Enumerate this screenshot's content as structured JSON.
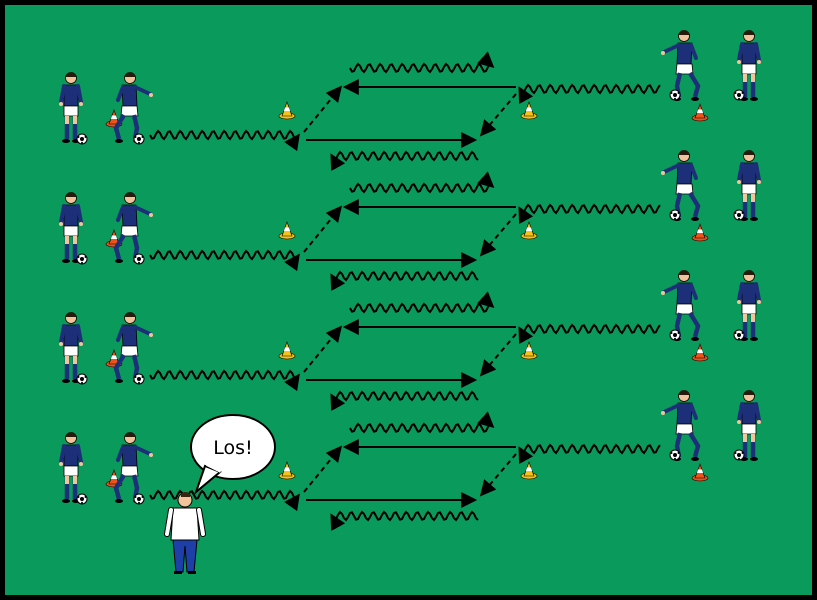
{
  "colors": {
    "field": "#0a9a5c",
    "border": "#000000",
    "jersey": "#1e2f7a",
    "shorts": "#ffffff",
    "skin": "#f2c49b",
    "cone_orange": "#e8541c",
    "cone_yellow": "#f6c21a",
    "arrow": "#000000",
    "coach_shirt": "#ffffff",
    "coach_pants": "#1e3fa8"
  },
  "icons": {
    "player": "soccer-player-icon",
    "ball": "soccer-ball-icon",
    "cone": "training-cone-icon",
    "coach": "coach-icon",
    "speech": "speech-bubble-icon"
  },
  "lanes": [
    {
      "id": "lane-1"
    },
    {
      "id": "lane-2"
    },
    {
      "id": "lane-3"
    },
    {
      "id": "lane-4"
    }
  ],
  "coach": {
    "speech_text": "Los!"
  }
}
